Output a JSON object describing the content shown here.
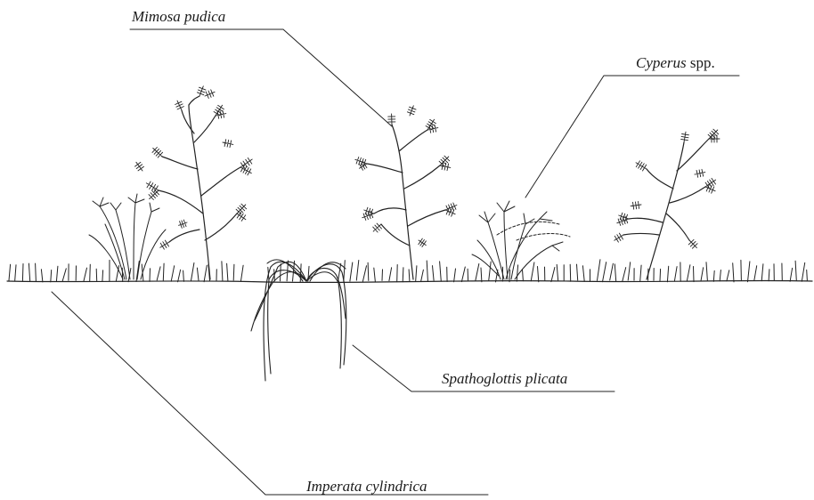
{
  "labels": {
    "mimosa": {
      "name": "Mimosa pudica",
      "suffix": ""
    },
    "cyperus": {
      "name": "Cyperus",
      "suffix": " spp."
    },
    "spathoglottis": {
      "name": "Spathoglottis plicata",
      "suffix": ""
    },
    "imperata": {
      "name": "Imperata cylindrica",
      "suffix": ""
    }
  },
  "colors": {
    "ink": "#222222",
    "paper": "#ffffff"
  }
}
